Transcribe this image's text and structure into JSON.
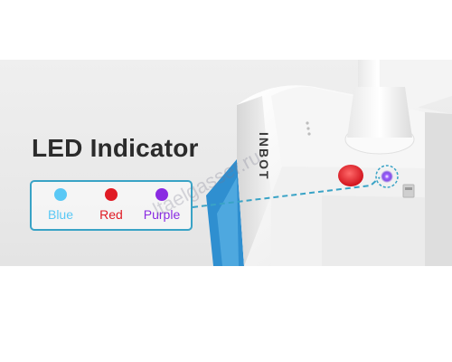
{
  "title": "LED Indicator",
  "brand_text": "INBOT",
  "watermark": "ltaelgasser.ru",
  "legend": [
    {
      "label": "Blue",
      "color": "#5ac8f5"
    },
    {
      "label": "Red",
      "color": "#e01b24"
    },
    {
      "label": "Purple",
      "color": "#8a2be2"
    }
  ],
  "colors": {
    "frame_accent": "#39a3c6",
    "title_text": "#2b2b2b",
    "led_glow": "#7b3ff2"
  }
}
